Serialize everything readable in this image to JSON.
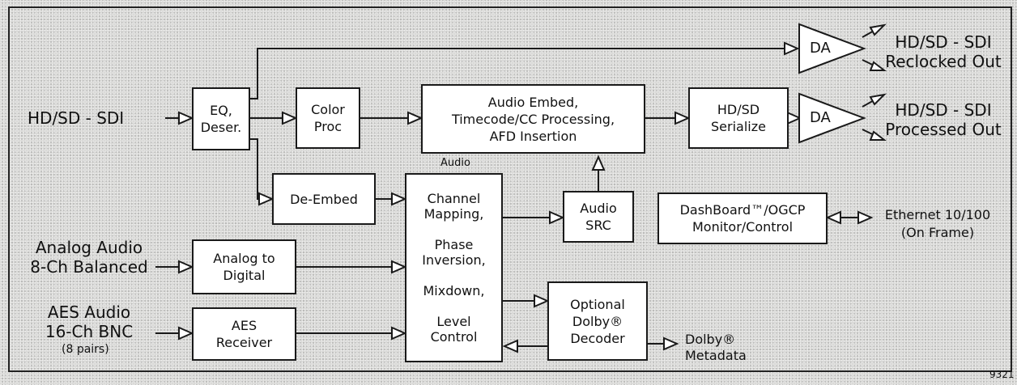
{
  "inputs": {
    "sdi_in": "HD/SD - SDI",
    "analog_audio": "Analog Audio\n8-Ch Balanced",
    "aes_audio": "AES Audio\n16-Ch BNC",
    "aes_pairs": "(8 pairs)"
  },
  "blocks": {
    "eq_deser": "EQ,\nDeser.",
    "color_proc": "Color\nProc",
    "audio_embed": "Audio Embed,\nTimecode/CC Processing,\nAFD Insertion",
    "serialize": "HD/SD\nSerialize",
    "da_top": "DA",
    "da_mid": "DA",
    "de_embed": "De-Embed",
    "channel_mapping": "Channel\nMapping,\n\nPhase\nInversion,\n\nMixdown,\n\nLevel\nControl",
    "audio_src": "Audio\nSRC",
    "dashboard": "DashBoard™/OGCP\nMonitor/Control",
    "analog_to_digital": "Analog to\nDigital",
    "aes_receiver": "AES\nReceiver",
    "dolby_decoder": "Optional\nDolby®\nDecoder"
  },
  "labels": {
    "audio": "Audio",
    "reclocked_out": "HD/SD - SDI\nReclocked Out",
    "processed_out": "HD/SD - SDI\nProcessed Out",
    "ethernet": "Ethernet 10/100\n(On Frame)",
    "dolby_metadata": "Dolby®\nMetadata",
    "figure_number": "9321"
  }
}
